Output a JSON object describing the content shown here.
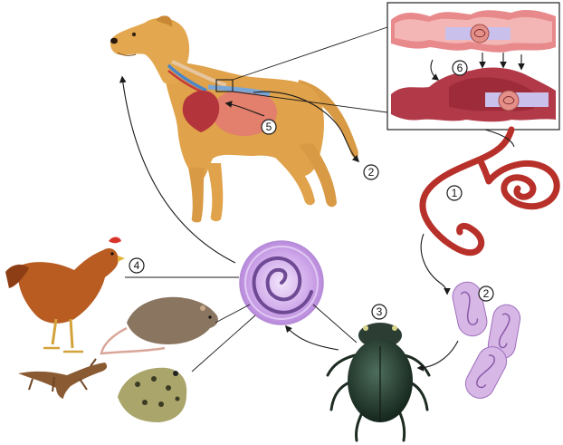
{
  "figure": {
    "labels": [
      {
        "id": "stage-1-adult-worm",
        "text": "1"
      },
      {
        "id": "stage-2-eggs",
        "text": "2"
      },
      {
        "id": "stage-2-excretion",
        "text": "2"
      },
      {
        "id": "stage-3-beetle",
        "text": "3"
      },
      {
        "id": "stage-4-paratenic-hosts",
        "text": "4"
      },
      {
        "id": "stage-5-migration",
        "text": "5"
      },
      {
        "id": "stage-6-esophageal-nodule",
        "text": "6"
      }
    ],
    "icons": [
      "dog-icon",
      "esophagus-inset-icon",
      "adult-worm-icon",
      "egg-icon",
      "dung-beetle-icon",
      "encysted-larva-icon",
      "chicken-icon",
      "rat-icon",
      "lizard-icon",
      "frog-icon"
    ],
    "colors": {
      "dog": "#e0a24a",
      "worm": "#b8302a",
      "egg": "#d7b7e6",
      "beetle": "#2f4a3c",
      "inset_border": "#222222"
    }
  }
}
